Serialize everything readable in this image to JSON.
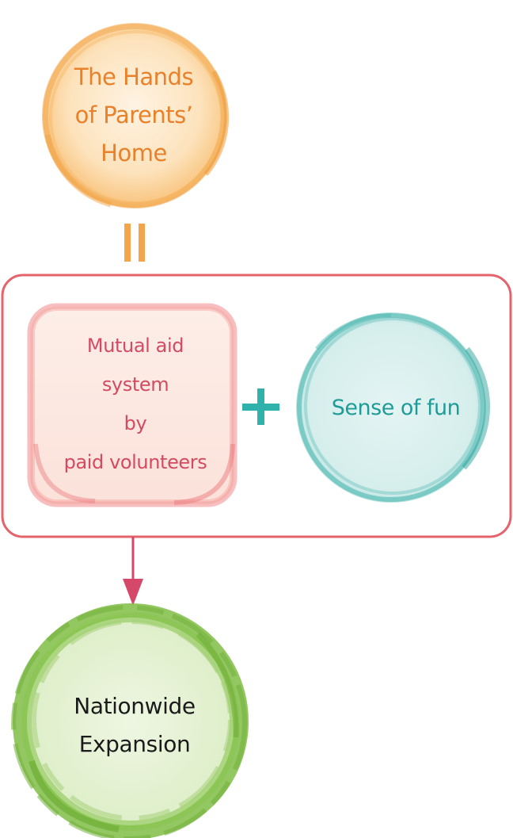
{
  "nodes": {
    "top": {
      "lines": [
        "The Hands",
        "of Parents’",
        "Home"
      ]
    },
    "mutual_aid": {
      "lines": [
        "Mutual aid",
        "system",
        "by",
        "paid volunteers"
      ]
    },
    "fun": {
      "lines": [
        "Sense of fun"
      ]
    },
    "nationwide": {
      "lines": [
        "Nationwide",
        "Expansion"
      ]
    }
  },
  "colors": {
    "orange": "#f2a54a",
    "orange_text": "#e8812a",
    "pink_frame": "#e5646b",
    "pink_fill": "#fbe3dc",
    "pink_text": "#d44a62",
    "teal": "#3fb2ac",
    "teal_fill": "#d8efed",
    "teal_text": "#1f9c98",
    "green": "#7fbd45",
    "green_fill": "#e3f0d2",
    "arrow": "#d6486a"
  },
  "icons": {
    "equals": "equals-icon",
    "plus": "plus-icon",
    "arrow": "arrow-down-icon"
  }
}
